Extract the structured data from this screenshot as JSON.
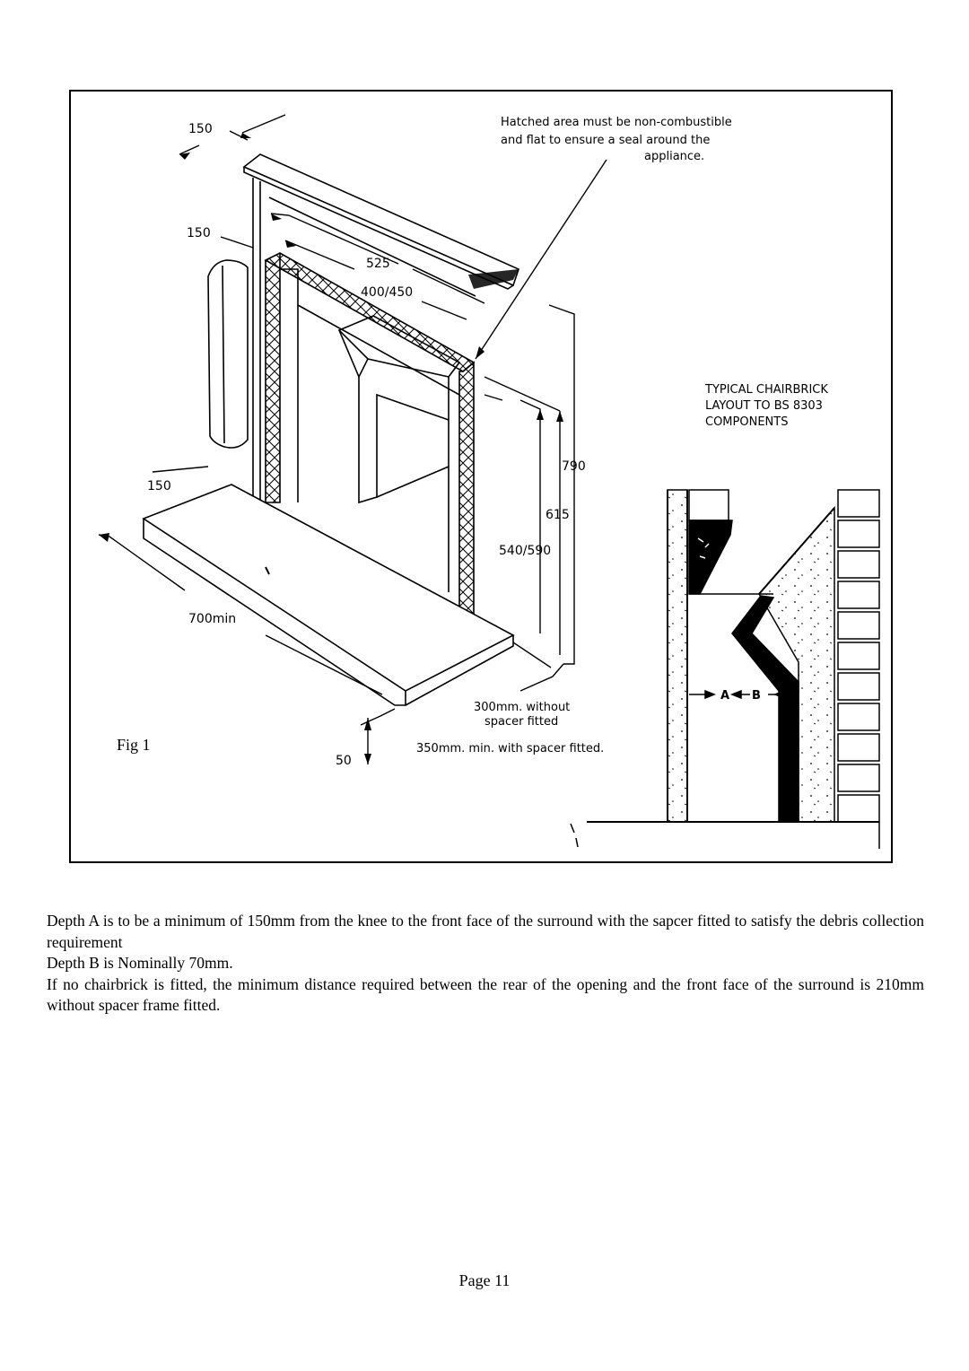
{
  "figure": {
    "caption": "Fig 1",
    "callout_note": [
      "Hatched area must be non-combustible",
      "and flat to ensure a seal around the",
      "appliance."
    ],
    "chairbrick_heading": [
      "TYPICAL CHAIRBRICK",
      "LAYOUT TO BS 8303",
      "COMPONENTS"
    ],
    "dimensions": {
      "shelf_depth": "150",
      "pillar_depth": "150",
      "hearth_left": "150",
      "width_outer": "525",
      "width_inner": "400/450",
      "height_790": "790",
      "height_615": "615",
      "height_540": "540/590",
      "hearth_width": "700min",
      "hearth_thickness": "50"
    },
    "hearth_depth_note": [
      "300mm. without",
      "spacer fitted",
      "350mm. min. with spacer fitted."
    ],
    "depth_labels": {
      "a": "A",
      "b": "B"
    }
  },
  "paragraphs": [
    "Depth A is to be a minimum of 150mm from the knee to the front face of the surround with the sapcer fitted to satisfy the debris collection requirement",
    "Depth B is Nominally 70mm.",
    "If no chairbrick is fitted, the minimum distance required between the rear of the opening and the front face of the surround is 210mm without spacer frame fitted."
  ],
  "page_number": "Page 11"
}
